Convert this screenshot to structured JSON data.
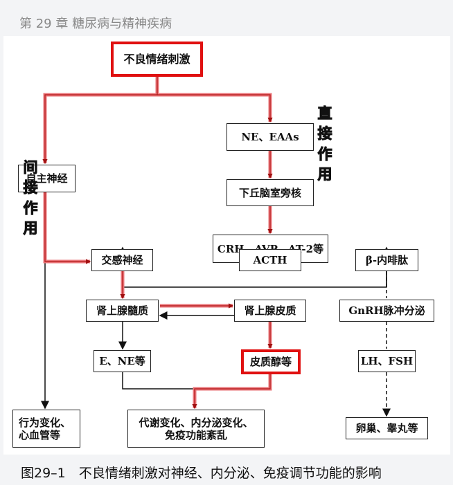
{
  "header": {
    "title": "第 29 章 糖尿病与精神疾病"
  },
  "nodes": {
    "stimulus": "不良情绪刺激",
    "ne_eaas": "NE、EAAs",
    "autonomic": "自主神经",
    "pvn": "下丘脑室旁核",
    "crh": "CRH、AVP、AT-2等",
    "sympathetic": "交感神经",
    "acth": "ACTH",
    "endorphin": "β-内啡肽",
    "medulla": "肾上腺髓质",
    "cortex": "肾上腺皮质",
    "gnrh": "GnRH脉冲分泌",
    "e_ne": "E、NE等",
    "cortisol": "皮质醇等",
    "lh_fsh": "LH、FSH",
    "behavior": "行为变化、心血管等",
    "metabolic": "代谢变化、内分泌变化、免疫功能紊乱",
    "gonads": "卵巢、睾丸等"
  },
  "labels": {
    "direct": "直接作用",
    "indirect": "间接作用"
  },
  "caption": "图29–1　不良情绪刺激对神经、内分泌、免疫调节功能的影响",
  "colors": {
    "highlight": "#e01010",
    "path": "#e8767a"
  }
}
